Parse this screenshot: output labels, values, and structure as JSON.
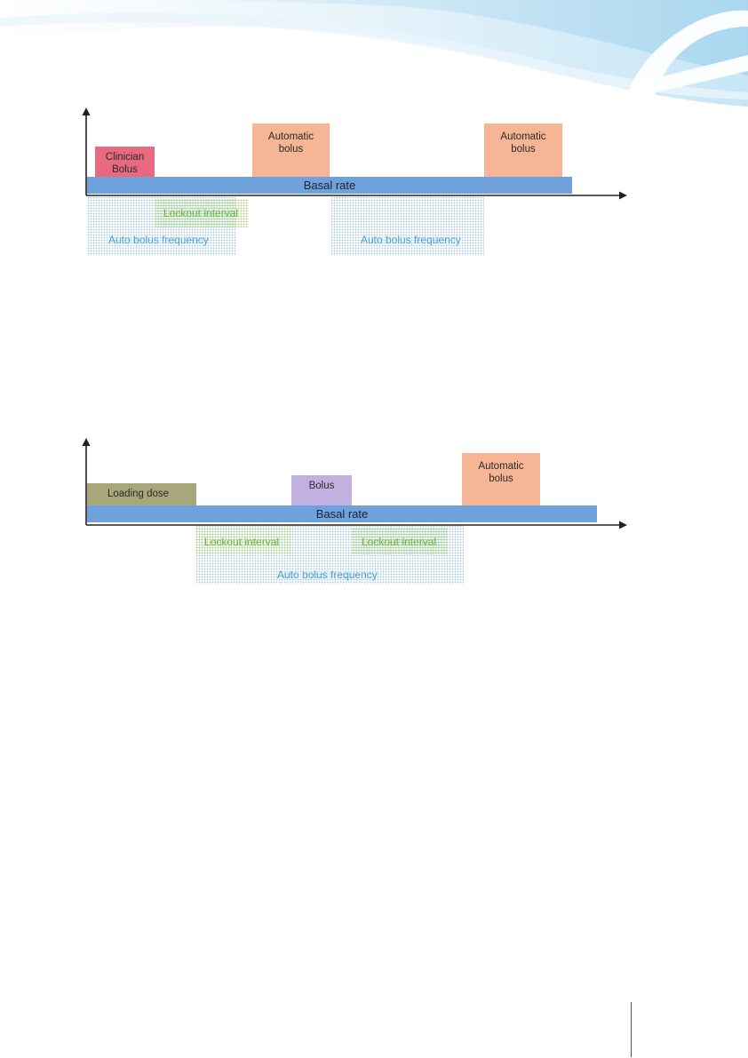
{
  "diagram1": {
    "basal": "Basal rate",
    "clinician_bolus": "Clinician\nBolus",
    "automatic_bolus_1": "Automatic\nbolus",
    "automatic_bolus_2": "Automatic\nbolus",
    "lockout_interval": "Lockout interval",
    "auto_freq_1": "Auto bolus frequency",
    "auto_freq_2": "Auto bolus frequency"
  },
  "diagram2": {
    "basal": "Basal rate",
    "loading_dose": "Loading dose",
    "bolus": "Bolus",
    "automatic_bolus": "Automatic\nbolus",
    "lockout_interval_1": "Lockout interval",
    "lockout_interval_2": "Lockout interval",
    "auto_freq": "Auto bolus frequency"
  },
  "colors": {
    "basal": "#6fa2dd",
    "clinician_bolus": "#e86a7e",
    "automatic_bolus": "#f6b595",
    "loading_dose": "#a8a67a",
    "bolus": "#c2b0e0",
    "lockout_text": "#6cb33f",
    "frequency_text": "#4aa0dc"
  }
}
